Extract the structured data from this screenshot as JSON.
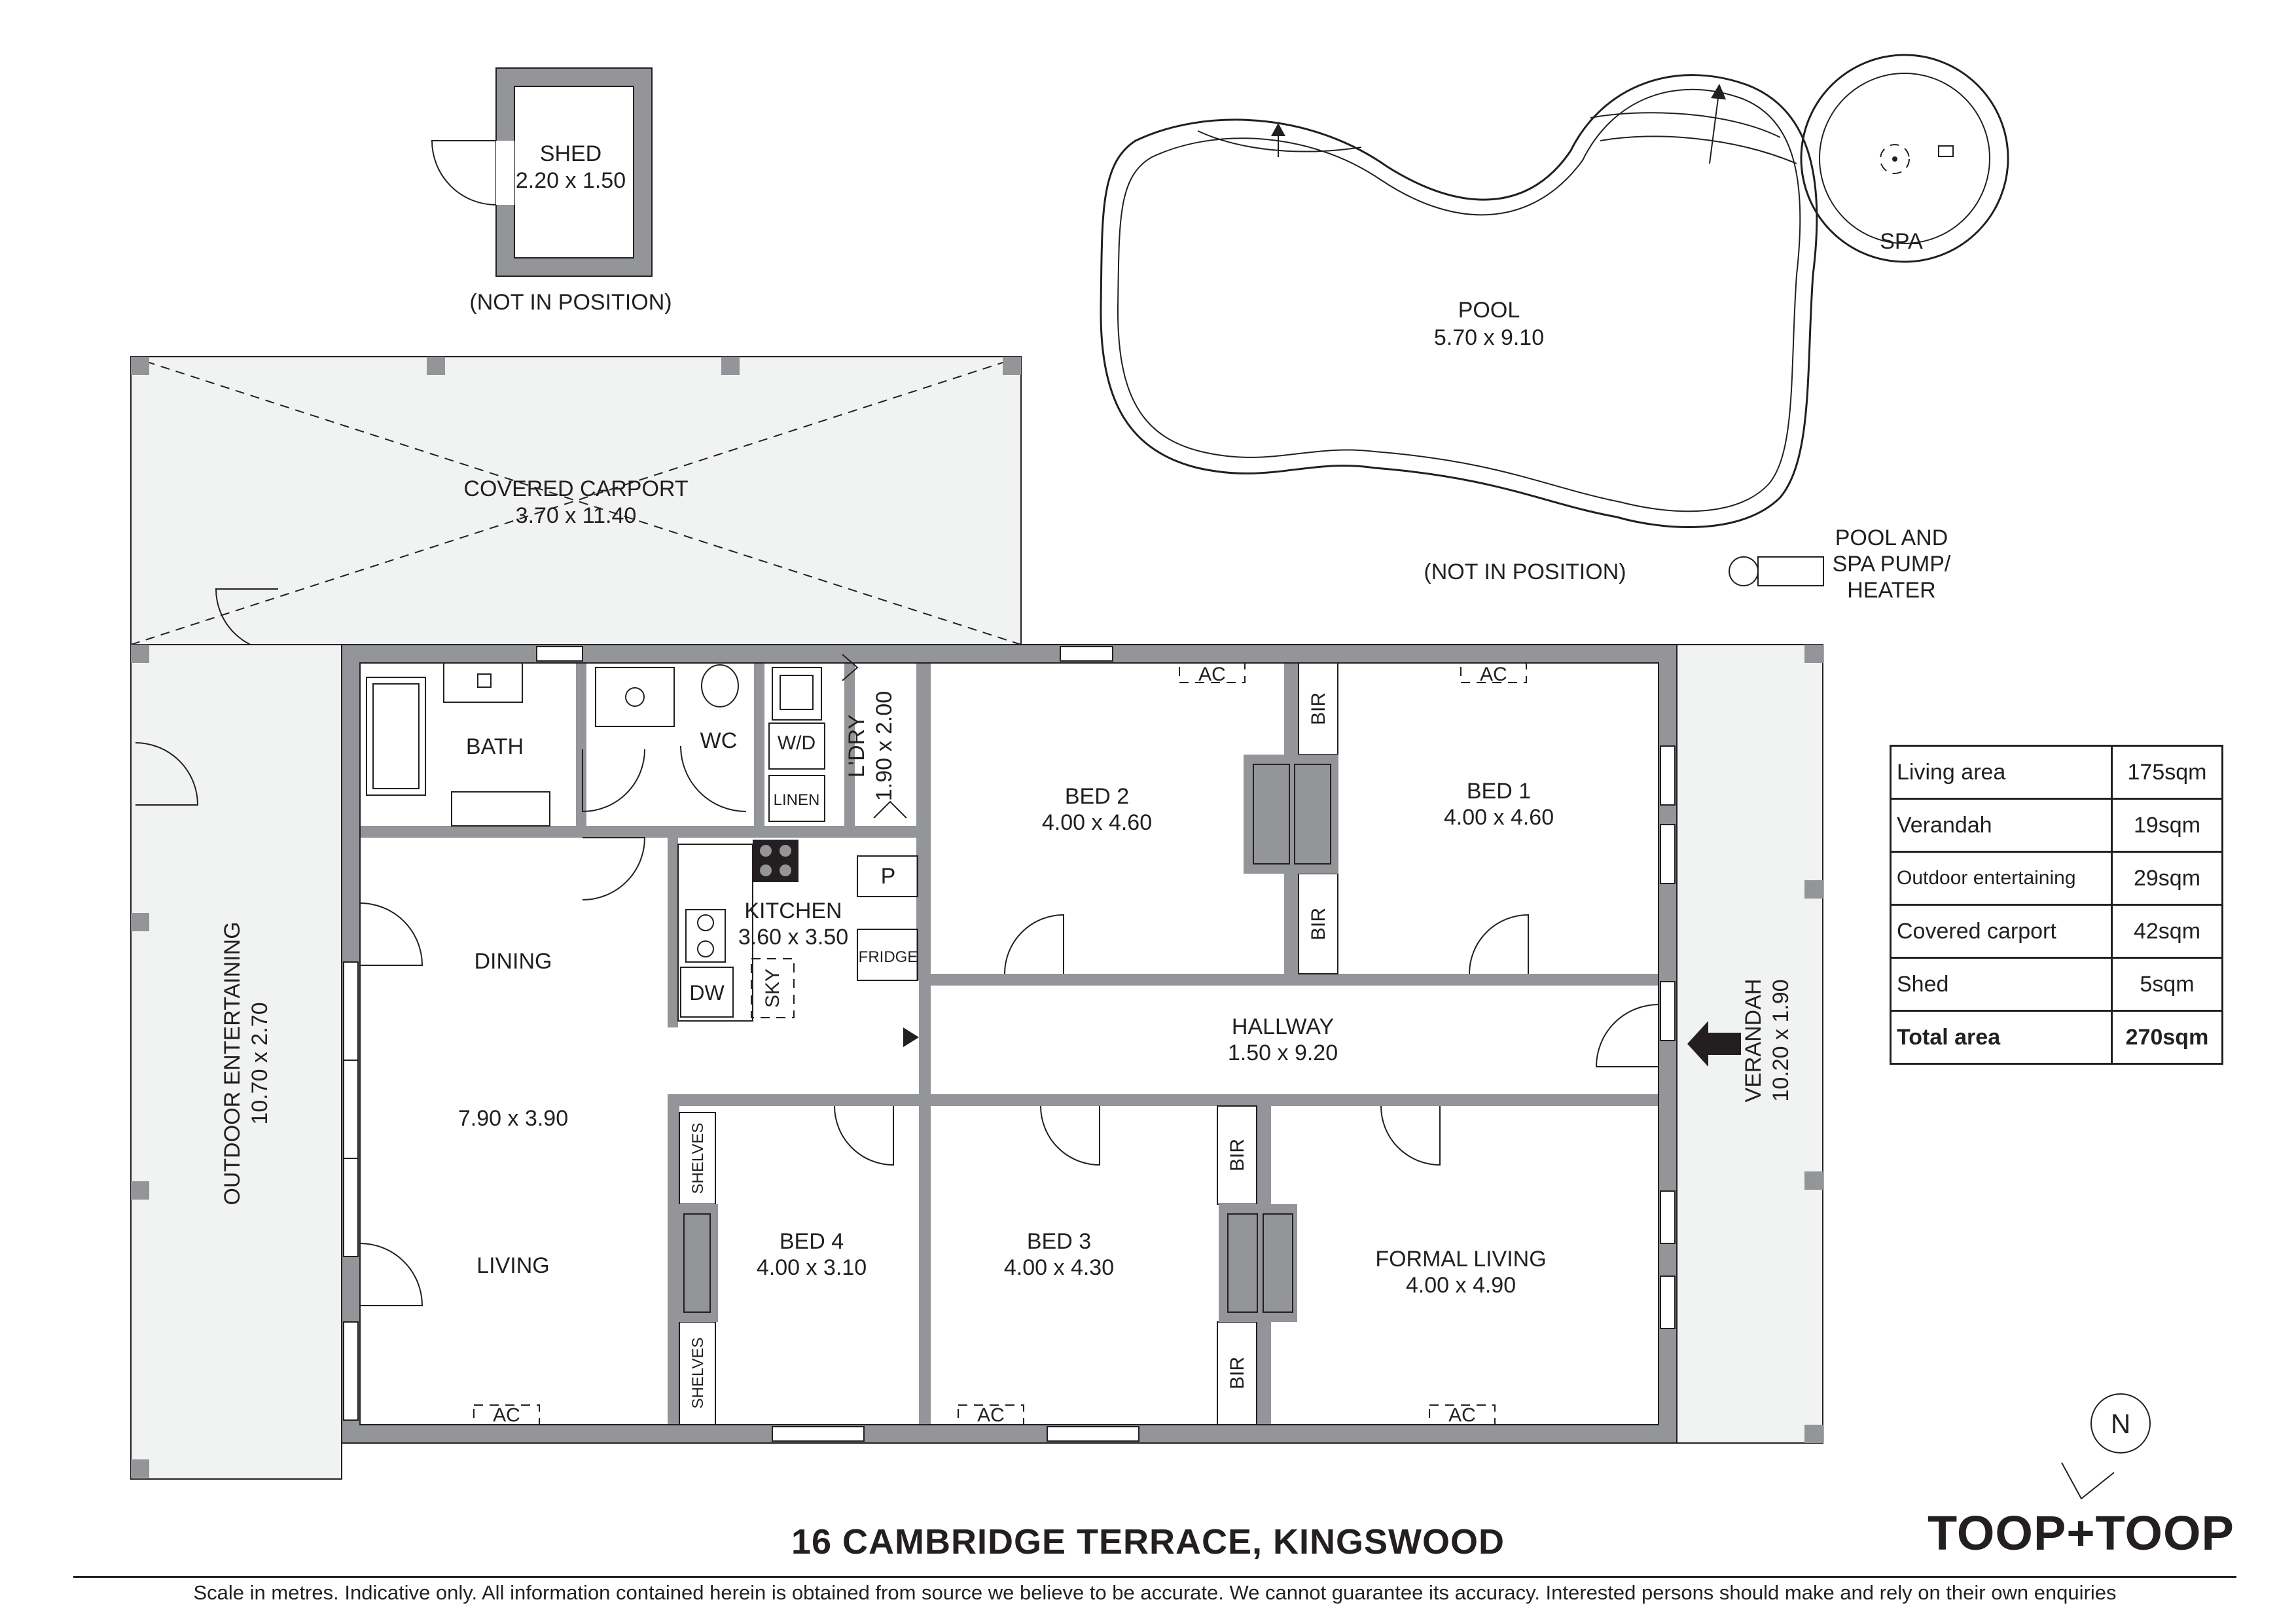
{
  "rooms": {
    "shed": {
      "name": "SHED",
      "dims": "2.20 x 1.50",
      "note": "(NOT IN POSITION)"
    },
    "pool": {
      "name": "POOL",
      "dims": "5.70 x 9.10",
      "note": "(NOT IN POSITION)"
    },
    "spa": {
      "name": "SPA"
    },
    "pump": {
      "line1": "POOL AND",
      "line2": "SPA PUMP/",
      "line3": "HEATER"
    },
    "carport": {
      "name": "COVERED CARPORT",
      "dims": "3.70 x 11.40"
    },
    "outdoor": {
      "name": "OUTDOOR ENTERTAINING",
      "dims": "10.70 x 2.70"
    },
    "bath": {
      "name": "BATH"
    },
    "wc": {
      "name": "WC"
    },
    "wd": {
      "name": "W/D"
    },
    "linen": {
      "name": "LINEN"
    },
    "laundry": {
      "name": "L'DRY",
      "dims": "1.90 x 2.00"
    },
    "pantry": {
      "name": "P"
    },
    "fridge": {
      "name": "FRIDGE"
    },
    "kitchen": {
      "name": "KITCHEN",
      "dims": "3.60 x 3.50"
    },
    "dw": {
      "name": "DW"
    },
    "sky": {
      "name": "SKY"
    },
    "dining": {
      "name": "DINING"
    },
    "living_dims": {
      "dims": "7.90 x 3.90"
    },
    "living": {
      "name": "LIVING"
    },
    "bed1": {
      "name": "BED 1",
      "dims": "4.00 x 4.60"
    },
    "bed2": {
      "name": "BED 2",
      "dims": "4.00 x 4.60"
    },
    "bed3": {
      "name": "BED 3",
      "dims": "4.00 x 4.30"
    },
    "bed4": {
      "name": "BED 4",
      "dims": "4.00 x 3.10"
    },
    "hallway": {
      "name": "HALLWAY",
      "dims": "1.50 x 9.20"
    },
    "formal": {
      "name": "FORMAL LIVING",
      "dims": "4.00 x 4.90"
    },
    "verandah": {
      "name": "VERANDAH",
      "dims": "10.20 x 1.90"
    },
    "bir": "BIR",
    "shelves": "SHELVES",
    "ac": "AC"
  },
  "area_table": [
    {
      "label": "Living area",
      "value": "175sqm"
    },
    {
      "label": "Verandah",
      "value": "19sqm"
    },
    {
      "label": "Outdoor entertaining",
      "value": "29sqm"
    },
    {
      "label": "Covered carport",
      "value": "42sqm"
    },
    {
      "label": "Shed",
      "value": "5sqm"
    },
    {
      "label": "Total area",
      "value": "270sqm"
    }
  ],
  "compass": "N",
  "footer": {
    "title": "16 CAMBRIDGE TERRACE, KINGSWOOD",
    "disclaimer": "Scale in metres. Indicative only. All information contained herein is obtained from source we believe to be accurate. We cannot guarantee its accuracy. Interested persons should make and rely on their own enquiries",
    "brand": "TOOP+TOOP"
  },
  "colors": {
    "wall": "#939598",
    "line": "#231f20",
    "paving": "#f1f2f2"
  }
}
